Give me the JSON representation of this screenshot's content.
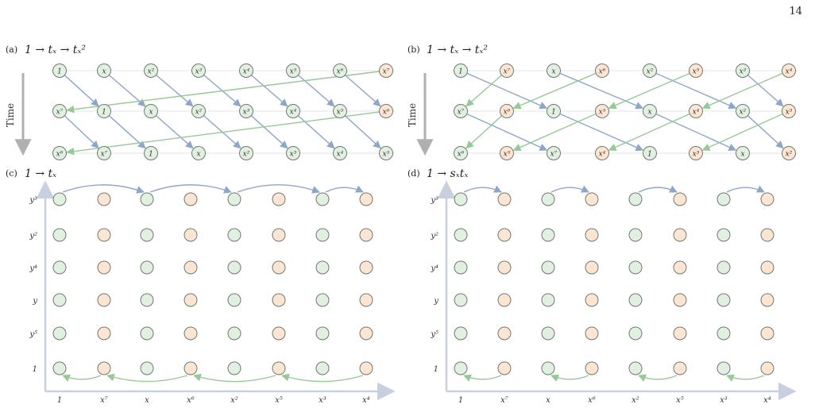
{
  "page_number": "14",
  "colors": {
    "green_fill": "#e2f0e2",
    "orange_fill": "#fce6d3",
    "node_stroke": "#6f7a6f",
    "blue_arrow": "#8da6c9",
    "green_arrow": "#96c996",
    "guide_line": "#e3e6ea",
    "axis": "#c8d0e0",
    "time_arrow": "#b0b0b0"
  },
  "time_label": "Time",
  "panels": [
    {
      "id": "a",
      "letter": "(a)",
      "formula": "1 → tₓ → tₓ²",
      "rows": [
        [
          [
            "1",
            "g"
          ],
          [
            "x",
            "g"
          ],
          [
            "x²",
            "g"
          ],
          [
            "x³",
            "g"
          ],
          [
            "x⁴",
            "g"
          ],
          [
            "x⁵",
            "g"
          ],
          [
            "x⁶",
            "g"
          ],
          [
            "x⁷",
            "o"
          ]
        ],
        [
          [
            "x⁷",
            "g"
          ],
          [
            "1",
            "g"
          ],
          [
            "x",
            "g"
          ],
          [
            "x²",
            "g"
          ],
          [
            "x³",
            "g"
          ],
          [
            "x⁴",
            "g"
          ],
          [
            "x⁵",
            "g"
          ],
          [
            "x⁶",
            "o"
          ]
        ],
        [
          [
            "x⁶",
            "g"
          ],
          [
            "x⁷",
            "g"
          ],
          [
            "1",
            "g"
          ],
          [
            "x",
            "g"
          ],
          [
            "x²",
            "g"
          ],
          [
            "x³",
            "g"
          ],
          [
            "x⁴",
            "g"
          ],
          [
            "x⁵",
            "g"
          ]
        ]
      ]
    },
    {
      "id": "b",
      "letter": "(b)",
      "formula": "1 → tₓ → tₓ²",
      "rows": [
        [
          [
            "1",
            "g"
          ],
          [
            "x⁷",
            "o"
          ],
          [
            "x",
            "g"
          ],
          [
            "x⁶",
            "o"
          ],
          [
            "x²",
            "g"
          ],
          [
            "x⁵",
            "o"
          ],
          [
            "x³",
            "g"
          ],
          [
            "x⁴",
            "o"
          ]
        ],
        [
          [
            "x⁷",
            "g"
          ],
          [
            "x⁶",
            "o"
          ],
          [
            "1",
            "g"
          ],
          [
            "x⁵",
            "o"
          ],
          [
            "x",
            "g"
          ],
          [
            "x⁴",
            "o"
          ],
          [
            "x²",
            "g"
          ],
          [
            "x³",
            "o"
          ]
        ],
        [
          [
            "x⁶",
            "g"
          ],
          [
            "x⁵",
            "o"
          ],
          [
            "x⁷",
            "g"
          ],
          [
            "x⁴",
            "o"
          ],
          [
            "1",
            "g"
          ],
          [
            "x³",
            "o"
          ],
          [
            "x",
            "g"
          ],
          [
            "x²",
            "o"
          ]
        ]
      ]
    },
    {
      "id": "c",
      "letter": "(c)",
      "formula": "1 → tₓ",
      "x_labels": [
        "1",
        "x⁷",
        "x",
        "x⁶",
        "x²",
        "x⁵",
        "x³",
        "x⁴"
      ],
      "y_labels": [
        "y³",
        "y²",
        "y⁴",
        "y",
        "y⁵",
        "1"
      ]
    },
    {
      "id": "d",
      "letter": "(d)",
      "formula": "1 → sₓtₓ",
      "x_labels": [
        "1",
        "x⁷",
        "x",
        "x⁶",
        "x²",
        "x⁵",
        "x³",
        "x⁴"
      ],
      "y_labels": [
        "y³",
        "y²",
        "y⁴",
        "y",
        "y⁵",
        "1"
      ]
    }
  ]
}
